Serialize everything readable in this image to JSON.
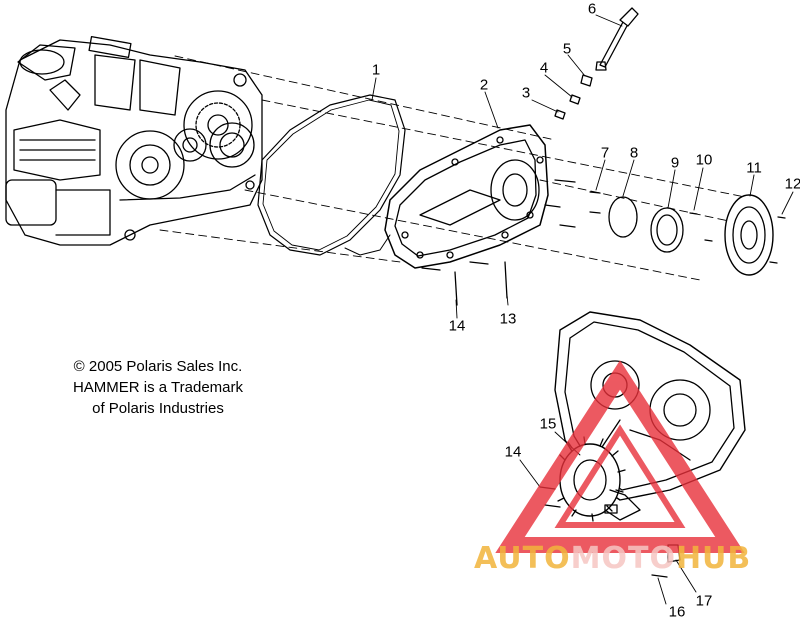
{
  "callouts": [
    "1",
    "2",
    "3",
    "4",
    "5",
    "6",
    "7",
    "8",
    "9",
    "10",
    "11",
    "12",
    "13",
    "14",
    "14",
    "15",
    "16",
    "17"
  ],
  "copyright": {
    "line1": "© 2005 Polaris Sales Inc.",
    "line2": "HAMMER is a Trademark",
    "line3": "of Polaris Industries"
  },
  "watermark": {
    "part1": "AUTO",
    "part2": "MOTO",
    "part3": "HUB",
    "color_auto": "#f2b43c",
    "color_moto": "#f6c6c2",
    "color_hub": "#f2b43c",
    "logo_color": "#e8303a"
  },
  "colors": {
    "ink": "#000000",
    "background": "#ffffff"
  }
}
